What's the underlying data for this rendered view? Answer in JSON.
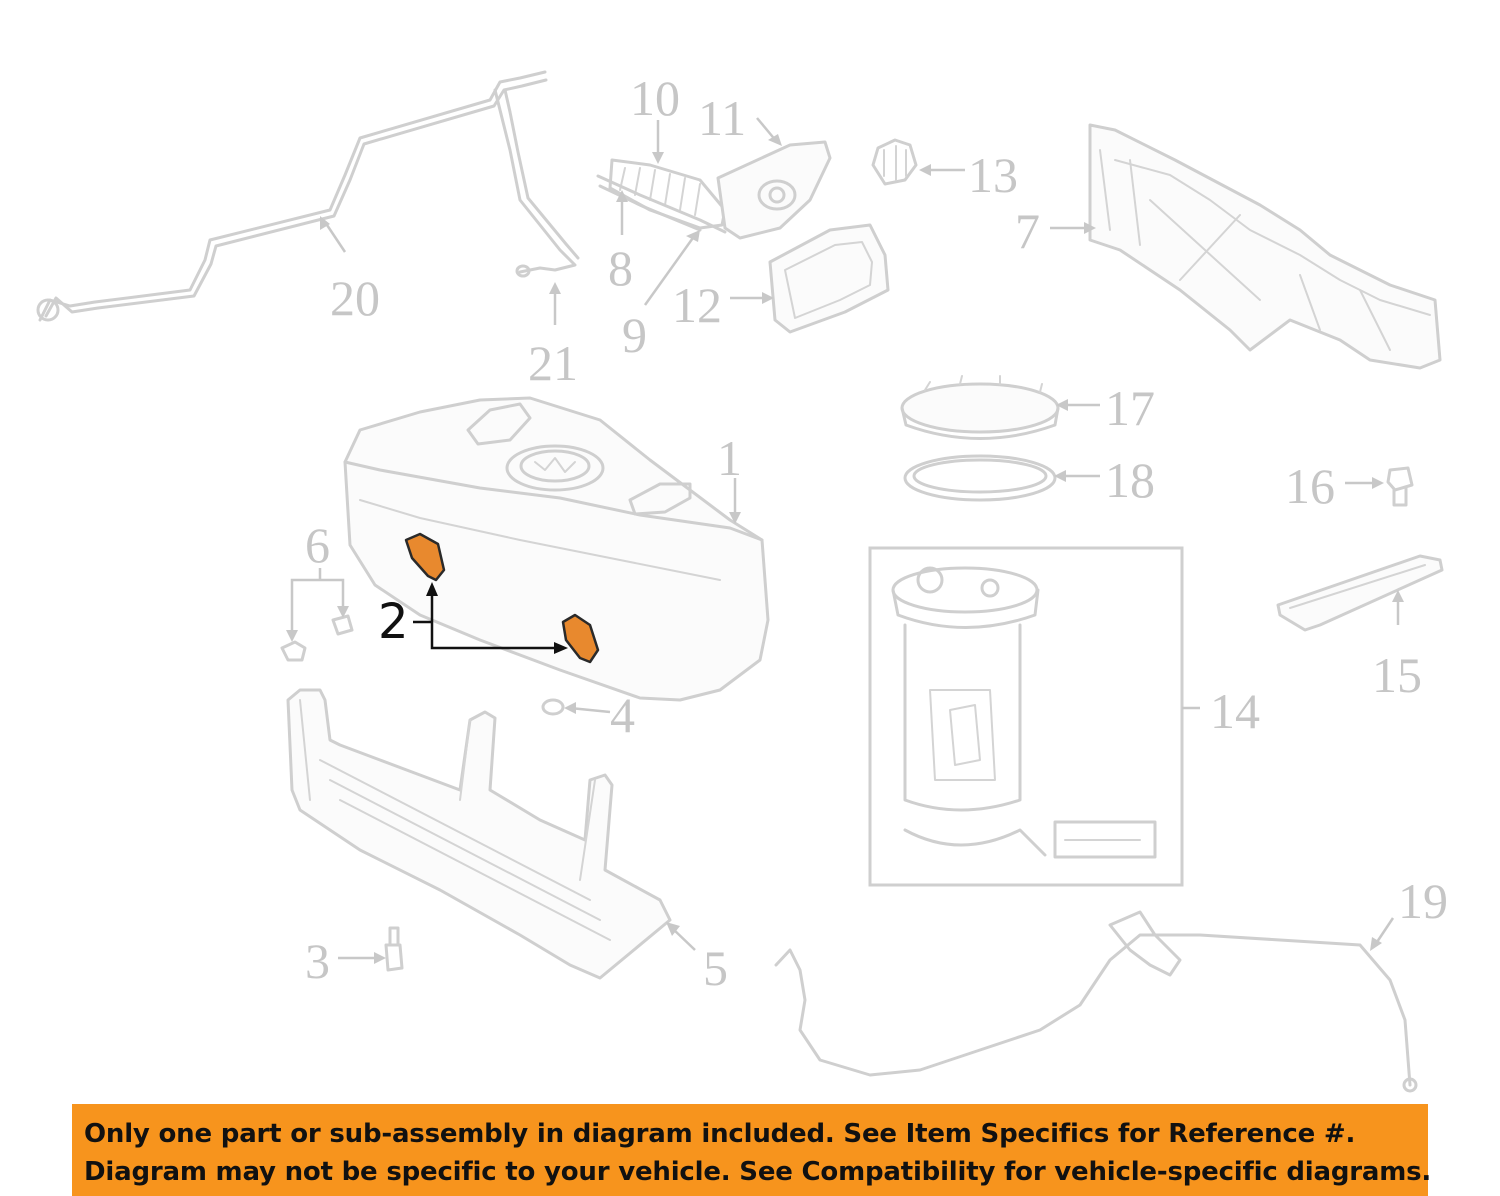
{
  "diagram": {
    "callouts": {
      "c1": "1",
      "c2": "2",
      "c3": "3",
      "c4": "4",
      "c5": "5",
      "c6": "6",
      "c7": "7",
      "c8": "8",
      "c9": "9",
      "c10": "10",
      "c11": "11",
      "c12": "12",
      "c13": "13",
      "c14": "14",
      "c15": "15",
      "c16": "16",
      "c17": "17",
      "c18": "18",
      "c19": "19",
      "c20": "20",
      "c21": "21"
    },
    "highlighted_callout": "2"
  },
  "notice": {
    "line1": "Only one part or sub-assembly in diagram included. See Item Specifics for Reference #.",
    "line2": "Diagram may not be specific to your vehicle. See Compatibility for vehicle-specific diagrams."
  },
  "colors": {
    "highlight": "#e8892e",
    "banner": "#f7941d",
    "linework": "#cfcfcf"
  }
}
